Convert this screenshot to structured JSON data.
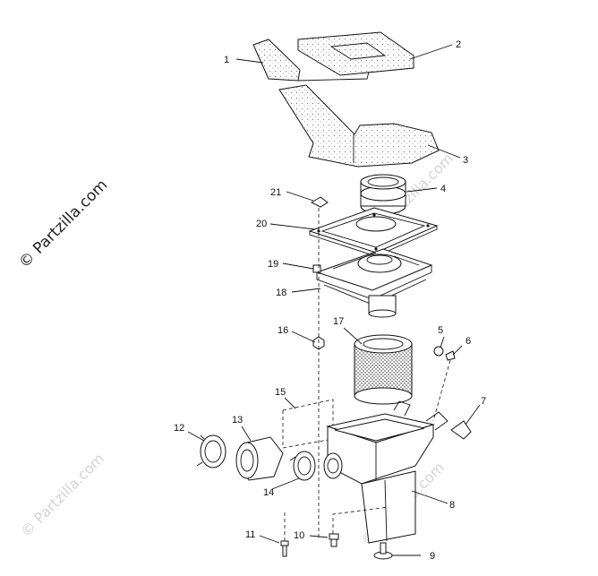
{
  "watermarks": {
    "main": "© Partzilla.com",
    "faint": "© Partzilla.com"
  },
  "callouts": [
    "1",
    "2",
    "3",
    "4",
    "5",
    "6",
    "7",
    "8",
    "9",
    "10",
    "11",
    "12",
    "13",
    "14",
    "15",
    "16",
    "17",
    "18",
    "19",
    "20",
    "21"
  ],
  "colors": {
    "ink": "#111111",
    "watermark": "#d4d4d4",
    "background": "#ffffff"
  }
}
